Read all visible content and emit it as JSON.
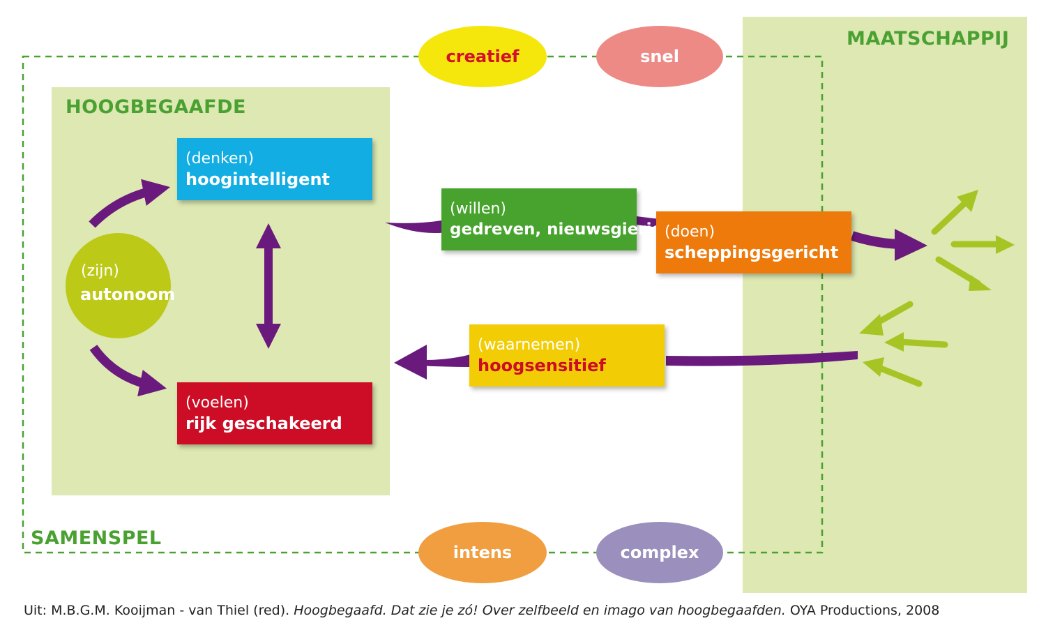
{
  "headings": {
    "maatschappij": "MAATSCHAPPIJ",
    "hoogbegaafde": "HOOGBEGAAFDE",
    "samenspel": "SAMENSPEL"
  },
  "ovals": {
    "creatief": "creatief",
    "snel": "snel",
    "intens": "intens",
    "complex": "complex"
  },
  "center_circle": {
    "sub": "(zijn)",
    "main": "autonoom"
  },
  "boxes": {
    "denken": {
      "sub": "(denken)",
      "main": "hoogintelligent"
    },
    "voelen": {
      "sub": "(voelen)",
      "main": "rijk geschakeerd"
    },
    "willen": {
      "sub": "(willen)",
      "main": "gedreven, nieuwsgierig"
    },
    "doen": {
      "sub": "(doen)",
      "main": "scheppingsgericht"
    },
    "waarnemen": {
      "sub": "(waarnemen)",
      "main": "hoogsensitief"
    }
  },
  "caption": {
    "prefix": "Uit: M.B.G.M. Kooijman - van Thiel (red). ",
    "title": "Hoogbegaafd. Dat zie je zó! Over zelfbeeld en imago van hoogbegaafden.",
    "suffix": " OYA Productions, 2008"
  },
  "colors": {
    "panel": "#dde8b2",
    "heading": "#4aa132",
    "arrow": "#6a1a7c",
    "green_arrow": "#a6c524",
    "denken": "#12ade2",
    "voelen": "#cc0d25",
    "willen": "#47a32e",
    "doen": "#ee7a0b",
    "waarnemen": "#f2cd06",
    "creatief": "#f5e60b",
    "snel": "#ed8a86",
    "intens": "#f09e3f",
    "complex": "#9a8fbd",
    "autonoom": "#bcc916"
  }
}
